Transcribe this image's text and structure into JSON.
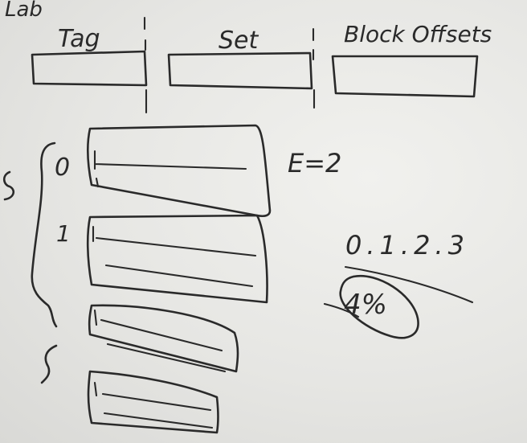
{
  "header": {
    "top_scrawl": "Lab"
  },
  "address_fields": {
    "tag_label": "Tag",
    "set_label": "Set",
    "offset_label": "Block Offsets"
  },
  "sets": {
    "set_0_label": "0",
    "set_1_label": "1"
  },
  "notes": {
    "e_equation": "E=2",
    "sequence": "0.1.2.3",
    "fraction": "4%"
  },
  "colors": {
    "ink": "#2a2a2a",
    "board": "#e9e9e6"
  }
}
